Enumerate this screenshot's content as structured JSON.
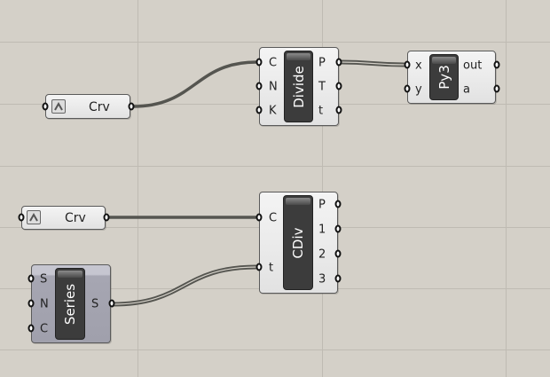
{
  "canvas": {
    "background": "#d4d0c8",
    "wire_color": "#555550"
  },
  "nodes": {
    "crv1": {
      "label": "Crv",
      "icon": "curve-param-icon"
    },
    "crv2": {
      "label": "Crv",
      "icon": "curve-param-icon"
    },
    "divide": {
      "name": "Divide",
      "inputs": [
        "C",
        "N",
        "K"
      ],
      "outputs": [
        "P",
        "T",
        "t"
      ]
    },
    "py3": {
      "name": "Py3",
      "inputs": [
        "x",
        "y"
      ],
      "outputs": [
        "out",
        "a"
      ]
    },
    "cdiv": {
      "name": "CDiv",
      "inputs": [
        "C",
        "t"
      ],
      "outputs": [
        "P",
        "1",
        "2",
        "3"
      ]
    },
    "series": {
      "name": "Series",
      "inputs": [
        "S",
        "N",
        "C"
      ],
      "outputs": [
        "S"
      ]
    }
  }
}
